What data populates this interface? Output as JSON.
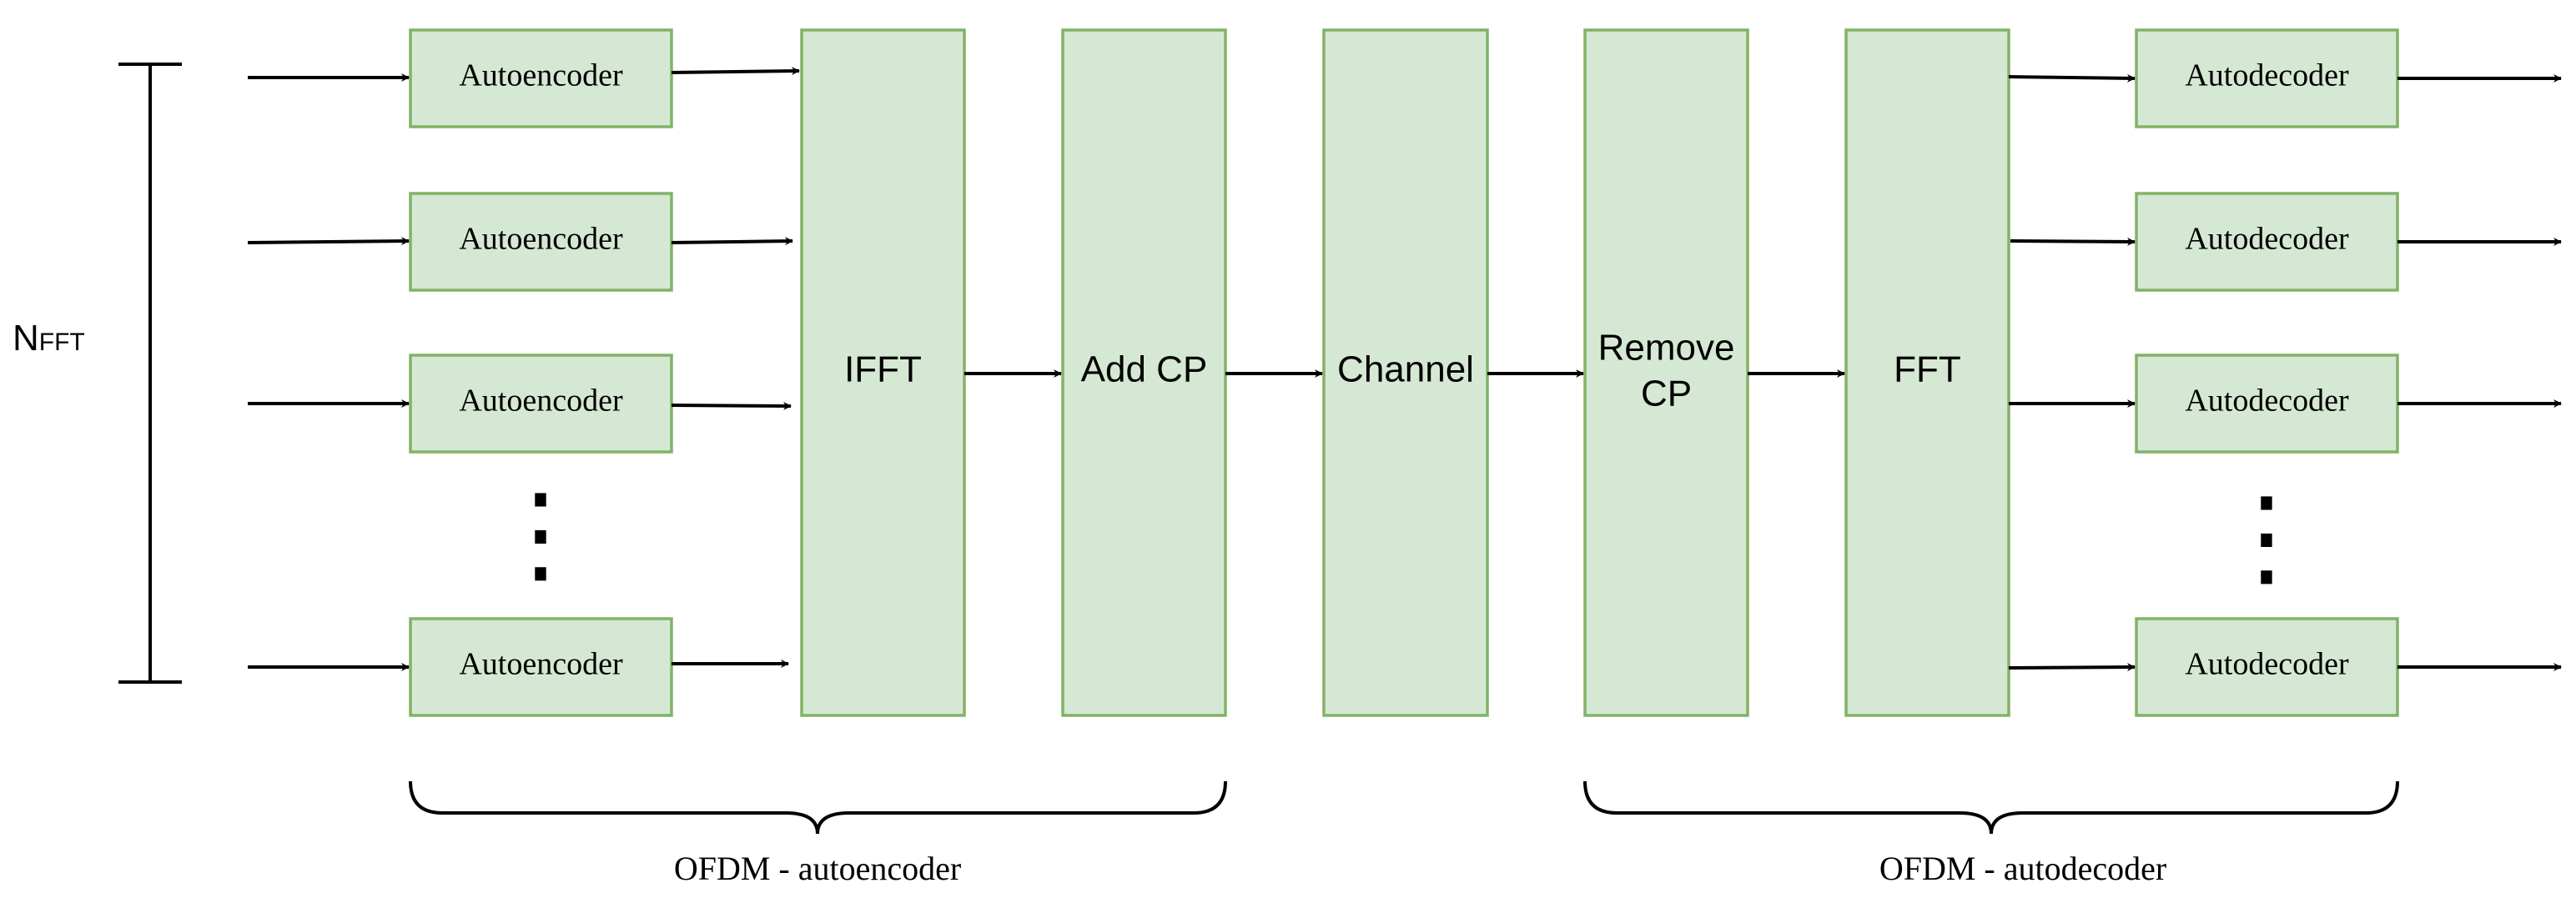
{
  "diagram": {
    "colors": {
      "block_fill": "#d5e8d4",
      "block_stroke": "#82b366",
      "line": "#000000"
    },
    "n_fft_label": {
      "main": "N",
      "subscript": "FFT"
    },
    "encoders": {
      "label": "Autoencoder",
      "count_drawn": 4,
      "ellipsis": "⋮"
    },
    "decoders": {
      "label": "Autodecoder",
      "count_drawn": 4,
      "ellipsis": "⋮"
    },
    "blocks": {
      "ifft": "IFFT",
      "add_cp": "Add CP",
      "channel": "Channel",
      "remove_cp_line1": "Remove",
      "remove_cp_line2": "CP",
      "fft": "FFT"
    },
    "groups": {
      "encoder_group": "OFDM - autoencoder",
      "decoder_group": "OFDM - autodecoder"
    }
  }
}
